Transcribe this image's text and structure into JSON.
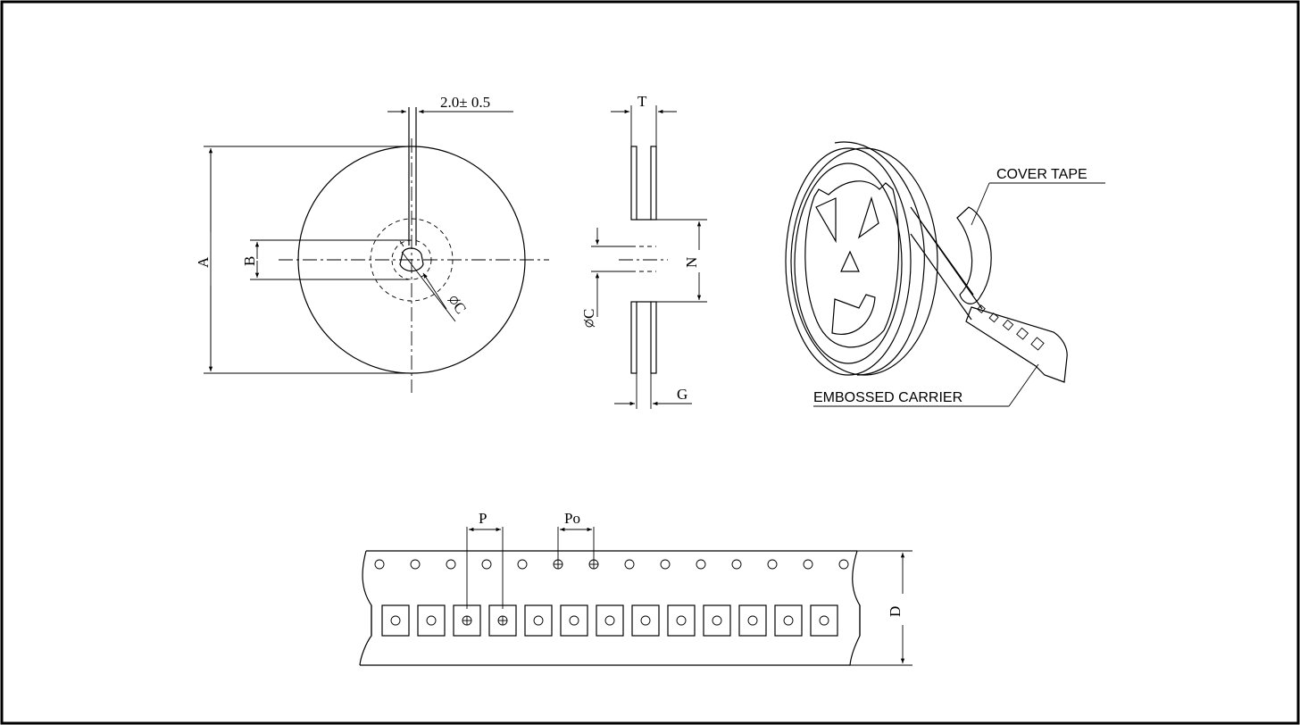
{
  "labels": {
    "dim_slot_width": "2.0± 0.5",
    "dim_A": "A",
    "dim_B": "B",
    "dim_C_front": "C",
    "dim_T": "T",
    "dim_N": "N",
    "dim_C_side": "C",
    "dim_G": "G",
    "cover_tape": "COVER TAPE",
    "embossed_carrier": "EMBOSSED CARRIER",
    "dim_P": "P",
    "dim_Po": "Po",
    "dim_D": "D"
  },
  "tape": {
    "sprocket_hole_count": 14,
    "pocket_count": 13
  },
  "colors": {
    "line": "#000000",
    "background": "#ffffff"
  }
}
